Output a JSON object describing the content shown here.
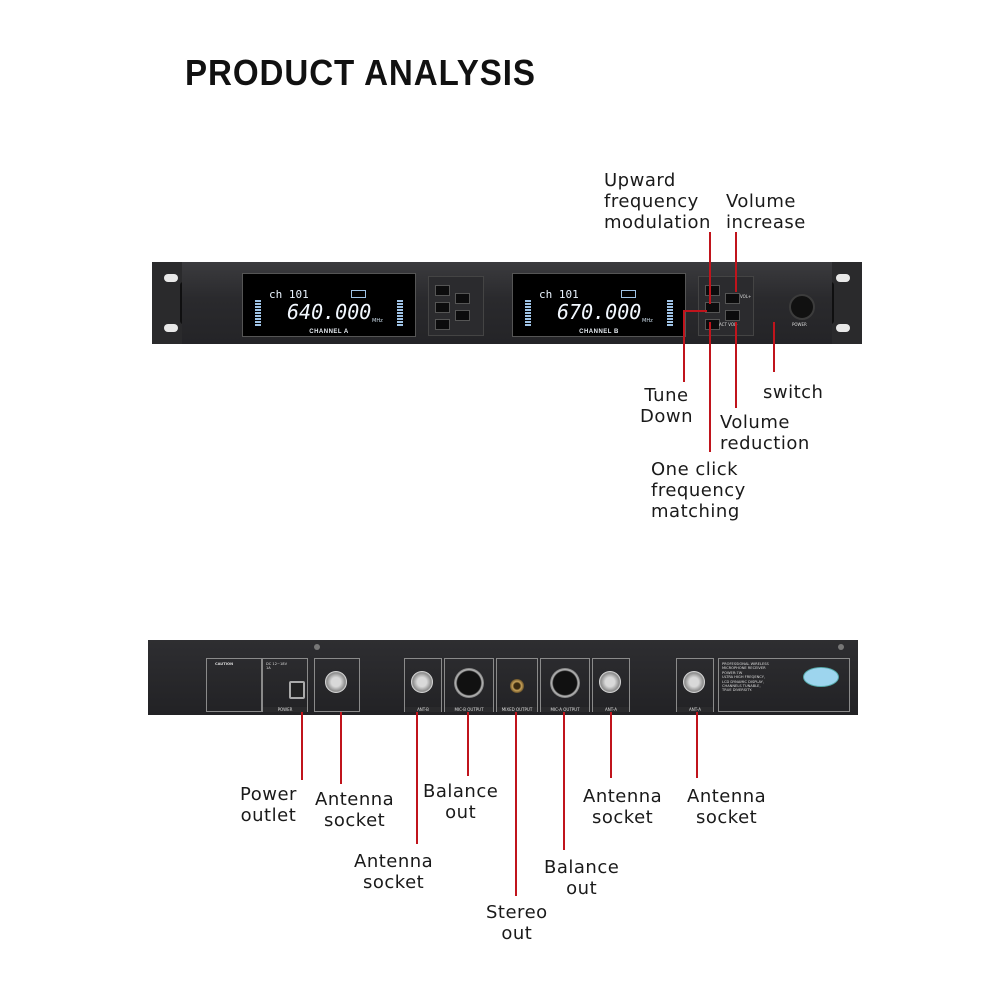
{
  "title": "PRODUCT ANALYSIS",
  "front_panel": {
    "channel_a": {
      "ch": "ch 101",
      "freq": "640.000",
      "unit": "MHz",
      "name": "CHANNEL A"
    },
    "channel_b": {
      "ch": "ch 101",
      "freq": "670.000",
      "unit": "MHz",
      "name": "CHANNEL B"
    },
    "button_labels": {
      "vol_plus": "VOL+",
      "act_vol": "ACT  VOL-"
    },
    "power_label": "POWER"
  },
  "front_labels": {
    "upward_frequency_modulation": "Upward\nfrequency\nmodulation",
    "volume_increase": "Volume\nincrease",
    "tune_down": "Tune\nDown",
    "switch": "switch",
    "volume_reduction": "Volume\nreduction",
    "one_click_frequency_matching": "One click\nfrequency\nmatching"
  },
  "rear_panel": {
    "caution_text": "CAUTION",
    "power_label": "POWER",
    "dc_rating": "DC 12~18V\n1A",
    "ant_b": "ANT-B",
    "mic_b_output": "MIC-B OUTPUT",
    "mixed_output": "MIXED OUTPUT",
    "mic_a_output": "MIC-A OUTPUT",
    "ant_a": "ANT-A",
    "info_text": "PROFESSIONAL WIRELESS\nMICROPHONE RECEIVER\nPOWER:7W\nULTRA HIGH FREQENCY,\nLCD DYNAMIC DISPLAY,\nCHANNELS TUNABLE,\nTRUE DIVERSITY."
  },
  "rear_labels": {
    "power_outlet": "Power\noutlet",
    "antenna_socket_1": "Antenna\nsocket",
    "antenna_socket_2": "Antenna\nsocket",
    "balance_out_1": "Balance\nout",
    "stereo_out": "Stereo\nout",
    "balance_out_2": "Balance\nout",
    "antenna_socket_3": "Antenna\nsocket",
    "antenna_socket_4": "Antenna\nsocket"
  },
  "colors": {
    "leader_line": "#c0141c",
    "chassis": "#2a2a2d",
    "lcd_text": "#eaf4ff"
  }
}
